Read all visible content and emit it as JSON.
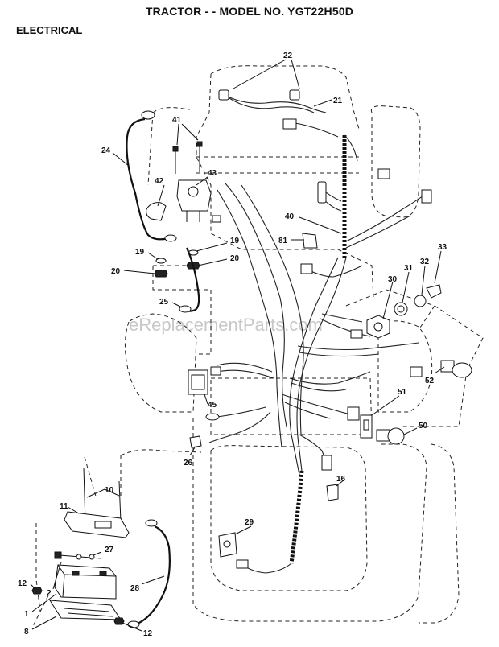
{
  "header": {
    "title": "TRACTOR - - MODEL NO. YGT22H50D",
    "section": "ELECTRICAL"
  },
  "watermark": "eReplacementParts.com",
  "callouts": {
    "c22": "22",
    "c21": "21",
    "c41": "41",
    "c24": "24",
    "c43": "43",
    "c42": "42",
    "c40": "40",
    "c81": "81",
    "c33": "33",
    "c19a": "19",
    "c19b": "19",
    "c20a": "20",
    "c20b": "20",
    "c31": "31",
    "c32": "32",
    "c30": "30",
    "c25": "25",
    "c52": "52",
    "c45": "45",
    "c51": "51",
    "c50": "50",
    "c26": "26",
    "c10": "10",
    "c16": "16",
    "c11": "11",
    "c29": "29",
    "c27": "27",
    "c12a": "12",
    "c2": "2",
    "c28": "28",
    "c1": "1",
    "c8": "8",
    "c12b": "12"
  }
}
